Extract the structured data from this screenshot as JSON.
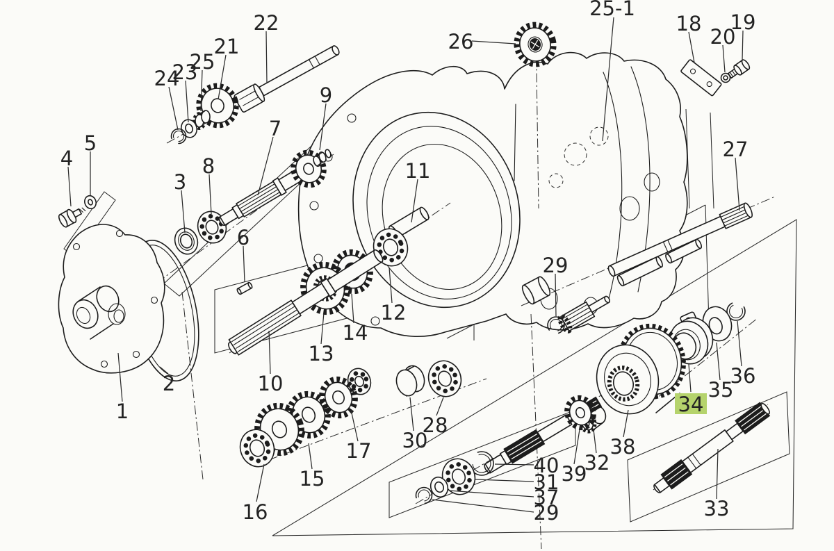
{
  "figure": {
    "kind": "exploded-parts-diagram",
    "subject": "transmission gearbox assembly",
    "background": "#fbfbf8",
    "line_color": "#1c1c1c"
  },
  "highlight": {
    "part": "34",
    "bg": "#b5d36c",
    "text_color": "#55683a"
  },
  "callouts": {
    "n1": {
      "label": "1"
    },
    "n2": {
      "label": "2"
    },
    "n3": {
      "label": "3"
    },
    "n4": {
      "label": "4"
    },
    "n5": {
      "label": "5"
    },
    "n6": {
      "label": "6"
    },
    "n7": {
      "label": "7"
    },
    "n8": {
      "label": "8"
    },
    "n9": {
      "label": "9"
    },
    "n10": {
      "label": "10"
    },
    "n11": {
      "label": "11"
    },
    "n12": {
      "label": "12"
    },
    "n13": {
      "label": "13"
    },
    "n14": {
      "label": "14"
    },
    "n15": {
      "label": "15"
    },
    "n16": {
      "label": "16"
    },
    "n17": {
      "label": "17"
    },
    "n18": {
      "label": "18"
    },
    "n19": {
      "label": "19"
    },
    "n20": {
      "label": "20"
    },
    "n21": {
      "label": "21"
    },
    "n22": {
      "label": "22"
    },
    "n23": {
      "label": "23"
    },
    "n24": {
      "label": "24"
    },
    "n25": {
      "label": "25"
    },
    "n25_1": {
      "label": "25-1"
    },
    "n26": {
      "label": "26"
    },
    "n27": {
      "label": "27"
    },
    "n28": {
      "label": "28"
    },
    "n29a": {
      "label": "29"
    },
    "n29b": {
      "label": "29"
    },
    "n30": {
      "label": "30"
    },
    "n31": {
      "label": "31"
    },
    "n32": {
      "label": "32"
    },
    "n33": {
      "label": "33"
    },
    "n34": {
      "label": "34"
    },
    "n35": {
      "label": "35"
    },
    "n36": {
      "label": "36"
    },
    "n37": {
      "label": "37"
    },
    "n38": {
      "label": "38"
    },
    "n39": {
      "label": "39"
    },
    "n40": {
      "label": "40"
    }
  }
}
